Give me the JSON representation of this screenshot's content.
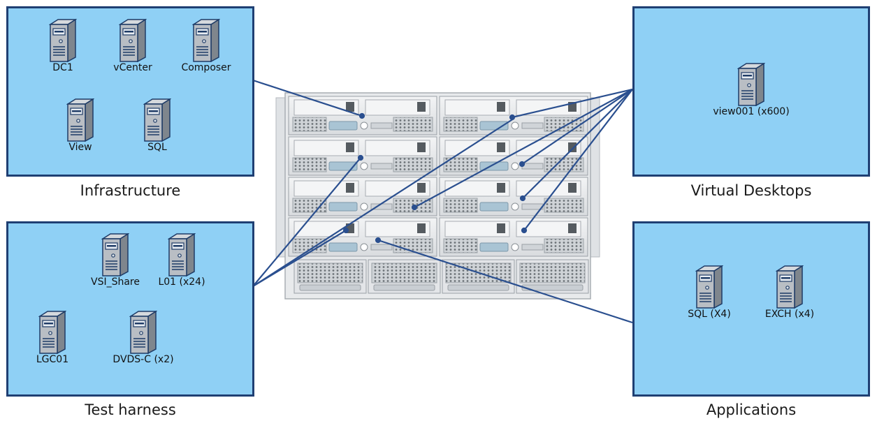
{
  "colors": {
    "panel_fill": "#8fd0f5",
    "panel_border": "#1f3f73",
    "link_line": "#2a4f8f",
    "server_body": "#b9bec4",
    "chassis_metal": "#e6e8ea",
    "blade_handle": "#a9c4d4"
  },
  "groups": {
    "infrastructure": {
      "title": "Infrastructure",
      "servers": [
        {
          "label": "DC1",
          "icon": "tower-server-icon"
        },
        {
          "label": "vCenter",
          "icon": "tower-server-icon"
        },
        {
          "label": "Composer",
          "icon": "tower-server-icon"
        },
        {
          "label": "View",
          "icon": "tower-server-icon"
        },
        {
          "label": "SQL",
          "icon": "tower-server-icon"
        }
      ]
    },
    "virtual_desktops": {
      "title": "Virtual Desktops",
      "servers": [
        {
          "label": "view001 (x600)",
          "icon": "tower-server-icon"
        }
      ]
    },
    "test_harness": {
      "title": "Test harness",
      "servers": [
        {
          "label": "VSI_Share",
          "icon": "tower-server-icon"
        },
        {
          "label": "L01 (x24)",
          "icon": "tower-server-icon"
        },
        {
          "label": "LGC01",
          "icon": "tower-server-icon"
        },
        {
          "label": "DVDS-C (x2)",
          "icon": "tower-server-icon"
        }
      ]
    },
    "applications": {
      "title": "Applications",
      "servers": [
        {
          "label": "SQL (X4)",
          "icon": "tower-server-icon"
        },
        {
          "label": "EXCH (x4)",
          "icon": "tower-server-icon"
        }
      ]
    }
  },
  "chassis": {
    "icon": "blade-server-chassis",
    "blade_rows": 4,
    "blades_per_row": 2,
    "power_supplies": 4
  }
}
